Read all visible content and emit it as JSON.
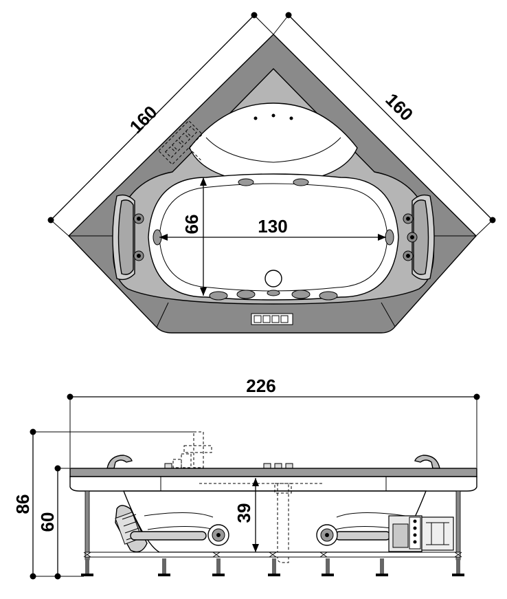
{
  "dimensions": {
    "top_left_side": "160",
    "top_right_side": "160",
    "inner_length": "130",
    "inner_width": "66",
    "overall_width": "226",
    "overall_height": "86",
    "rim_height": "60",
    "basin_depth": "39"
  },
  "colors": {
    "deck_gray": "#8a8a8a",
    "rim_gray": "#b5b5b5",
    "line": "#000000",
    "basin": "#ffffff"
  },
  "icons": [
    "faucet-icon",
    "control-panel-icon",
    "jet-icon",
    "drain-icon",
    "pump-icon",
    "headrest-icon"
  ]
}
